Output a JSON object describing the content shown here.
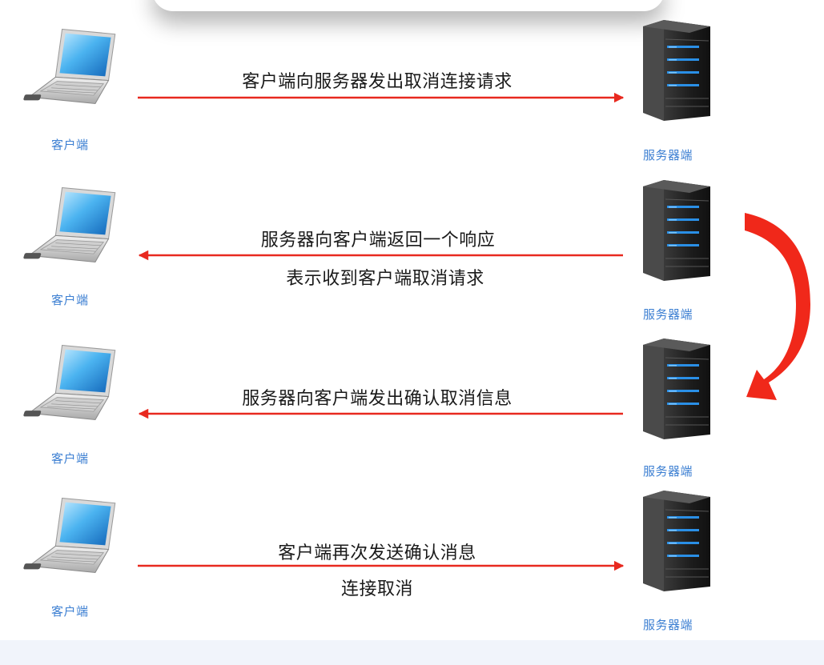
{
  "rows": [
    {
      "direction": "to-server",
      "message_lines": [
        "客户端向服务器发出取消连接请求"
      ],
      "client_label": "客户端",
      "server_label": "服务器端"
    },
    {
      "direction": "to-client",
      "message_lines": [
        "服务器向客户端返回一个响应",
        "表示收到客户端取消请求"
      ],
      "client_label": "客户端",
      "server_label": "服务器端"
    },
    {
      "direction": "to-client",
      "message_lines": [
        "服务器向客户端发出确认取消信息"
      ],
      "client_label": "客户端",
      "server_label": "服务器端"
    },
    {
      "direction": "to-server",
      "message_lines": [
        "客户端再次发送确认消息",
        "连接取消"
      ],
      "client_label": "客户端",
      "server_label": "服务器端"
    }
  ],
  "colors": {
    "arrow": "#e8291f",
    "label": "#3c7fd2",
    "curve_arrow": "#f0281a"
  },
  "icons": {
    "client": "laptop-icon",
    "server": "server-tower-icon"
  }
}
